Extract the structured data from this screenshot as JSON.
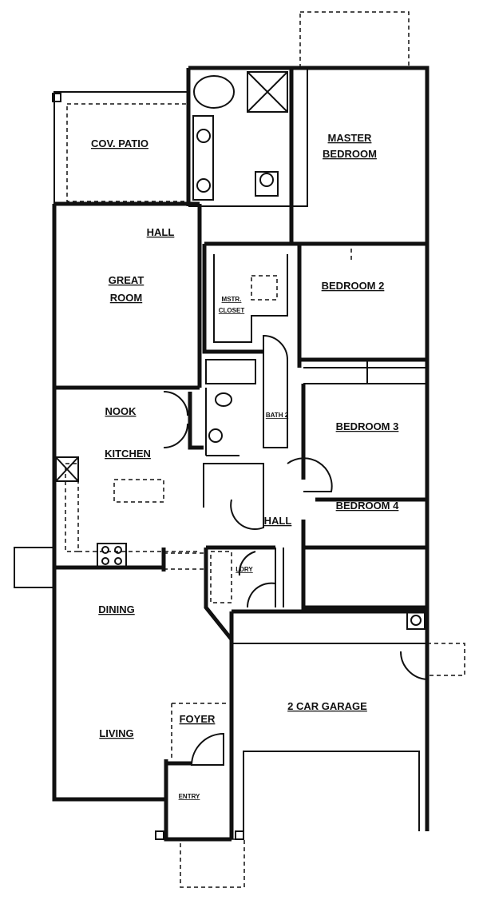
{
  "rooms": {
    "cov_patio": "COV. PATIO",
    "master_bedroom_1": "MASTER",
    "master_bedroom_2": "BEDROOM",
    "hall_upper": "HALL",
    "great_room_1": "GREAT",
    "great_room_2": "ROOM",
    "bedroom_2": "BEDROOM 2",
    "master_closet_1": "MSTR.",
    "master_closet_2": "CLOSET",
    "nook": "NOOK",
    "kitchen": "KITCHEN",
    "bath_2": "BATH 2",
    "bedroom_3": "BEDROOM 3",
    "hall_lower": "HALL",
    "bedroom_4": "BEDROOM 4",
    "laundry": "LDRY",
    "dining": "DINING",
    "living": "LIVING",
    "foyer": "FOYER",
    "entry": "ENTRY",
    "garage": "2 CAR GARAGE"
  }
}
